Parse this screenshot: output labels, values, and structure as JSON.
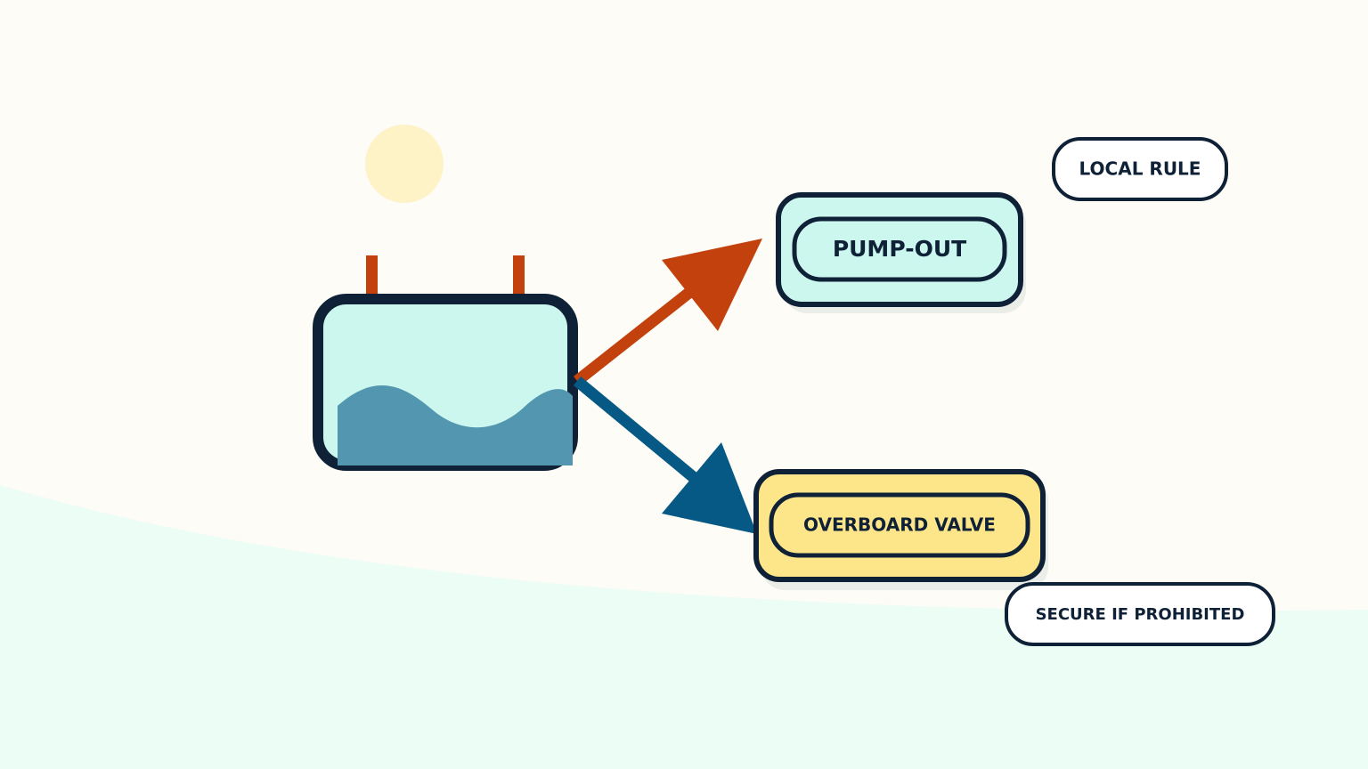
{
  "diagram": {
    "nodes": [
      {
        "id": "pump_out",
        "label": "PUMP-OUT",
        "fill": "#ccf7ef"
      },
      {
        "id": "overboard_valve",
        "label": "OVERBOARD VALVE",
        "fill": "#fde68a"
      },
      {
        "id": "local_rule",
        "label": "LOCAL RULE"
      },
      {
        "id": "secure_if_prohibited",
        "label": "SECURE IF PROHIBITED"
      }
    ],
    "edges": [
      {
        "from": "tank",
        "to": "pump_out",
        "color": "#c2410c"
      },
      {
        "from": "tank",
        "to": "overboard_valve",
        "color": "#075985"
      }
    ],
    "tank": {
      "icon": "holding-tank-icon",
      "fill": "#ccf7ef",
      "water_color": "#5396b0"
    },
    "colors": {
      "outline": "#0f2136",
      "background": "#fdfcf7",
      "ground": "#ecfdf6",
      "sun": "#fef3c7"
    }
  }
}
